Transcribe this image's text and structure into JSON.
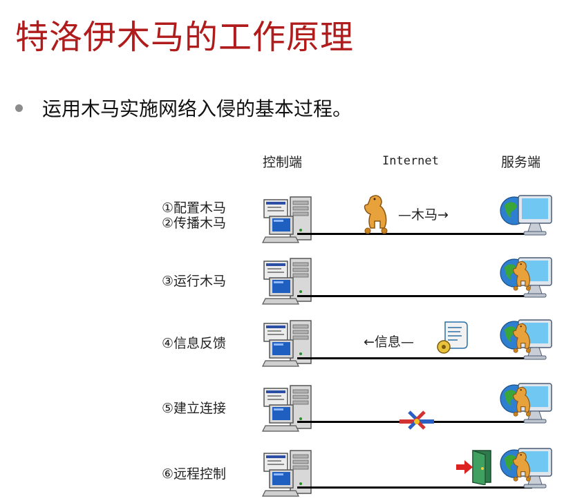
{
  "title": "特洛伊木马的工作原理",
  "bullet": "运用木马实施网络入侵的基本过程。",
  "headers": {
    "client": "控制端",
    "internet": "Internet",
    "server": "服务端"
  },
  "steps": [
    {
      "lines": [
        "①配置木马",
        "②传播木马"
      ]
    },
    {
      "lines": [
        "③运行木马"
      ]
    },
    {
      "lines": [
        "④信息反馈"
      ]
    },
    {
      "lines": [
        "⑤建立连接"
      ]
    },
    {
      "lines": [
        "⑥远程控制"
      ]
    }
  ],
  "arrows": {
    "trojan": "—木马→",
    "info": "←信息—"
  },
  "icons": {
    "client": "desktop-computer-icon",
    "server": "globe-monitor-icon",
    "trojan": "trojan-horse-icon",
    "info": "scroll-document-icon",
    "connection": "cable-connector-icon",
    "control": "door-exit-icon"
  }
}
